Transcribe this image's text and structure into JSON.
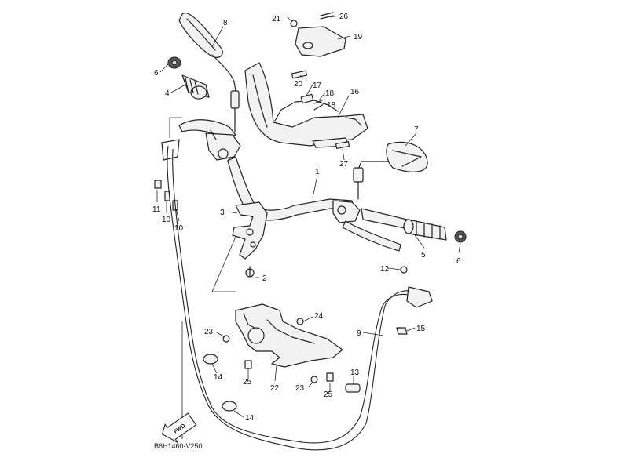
{
  "diagram_code": "B6H1460-V250",
  "fwd_label": "FWD",
  "callouts": [
    {
      "id": "c1",
      "text": "1"
    },
    {
      "id": "c2",
      "text": "2"
    },
    {
      "id": "c3",
      "text": "3"
    },
    {
      "id": "c4",
      "text": "4"
    },
    {
      "id": "c5",
      "text": "5"
    },
    {
      "id": "c6a",
      "text": "6"
    },
    {
      "id": "c6b",
      "text": "6"
    },
    {
      "id": "c7",
      "text": "7"
    },
    {
      "id": "c8",
      "text": "8"
    },
    {
      "id": "c9",
      "text": "9"
    },
    {
      "id": "c10a",
      "text": "10"
    },
    {
      "id": "c10b",
      "text": "10"
    },
    {
      "id": "c11",
      "text": "11"
    },
    {
      "id": "c12",
      "text": "12"
    },
    {
      "id": "c13",
      "text": "13"
    },
    {
      "id": "c14a",
      "text": "14"
    },
    {
      "id": "c14b",
      "text": "14"
    },
    {
      "id": "c15",
      "text": "15"
    },
    {
      "id": "c16",
      "text": "16"
    },
    {
      "id": "c17",
      "text": "17"
    },
    {
      "id": "c18a",
      "text": "18"
    },
    {
      "id": "c18b",
      "text": "18"
    },
    {
      "id": "c19",
      "text": "19"
    },
    {
      "id": "c20",
      "text": "20"
    },
    {
      "id": "c21",
      "text": "21"
    },
    {
      "id": "c22",
      "text": "22"
    },
    {
      "id": "c23a",
      "text": "23"
    },
    {
      "id": "c23b",
      "text": "23"
    },
    {
      "id": "c24",
      "text": "24"
    },
    {
      "id": "c25a",
      "text": "25"
    },
    {
      "id": "c25b",
      "text": "25"
    },
    {
      "id": "c26",
      "text": "26"
    },
    {
      "id": "c27",
      "text": "27"
    }
  ]
}
